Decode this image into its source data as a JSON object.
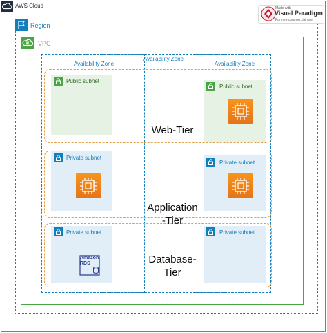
{
  "aws_cloud": {
    "label": "AWS Cloud",
    "icon": "cloud-icon"
  },
  "region": {
    "label": "Region",
    "icon": "flag-icon"
  },
  "vpc": {
    "label": "VPC",
    "icon": "vpc-cloud-icon"
  },
  "availability_zones": [
    {
      "label": "Availability Zone"
    },
    {
      "label": "Availability Zone"
    },
    {
      "label": "Availability Zone"
    }
  ],
  "tiers": [
    {
      "label": "Web-Tier"
    },
    {
      "label": "Application\n-Tier"
    },
    {
      "label": "Database-\nTier"
    }
  ],
  "subnets": [
    {
      "label": "Public subnet",
      "kind": "public"
    },
    {
      "label": "Public subnet",
      "kind": "public"
    },
    {
      "label": "Private subnet",
      "kind": "private"
    },
    {
      "label": "Private subnet",
      "kind": "private"
    },
    {
      "label": "Private subnet",
      "kind": "private"
    },
    {
      "label": "Private subnet",
      "kind": "private"
    }
  ],
  "rds": {
    "line1": "Amazon",
    "line2": "RDS"
  },
  "watermark": {
    "made_with": "Made with",
    "name": "Visual Paradigm",
    "sub": "For non-commercial use"
  },
  "colors": {
    "aws_dark": "#232f3e",
    "region_blue": "#147eba",
    "vpc_green": "#4aa644",
    "tier_orange": "#e2a04a",
    "ec2_orange": "#f7941d",
    "rds_navy": "#2c3e8f"
  }
}
